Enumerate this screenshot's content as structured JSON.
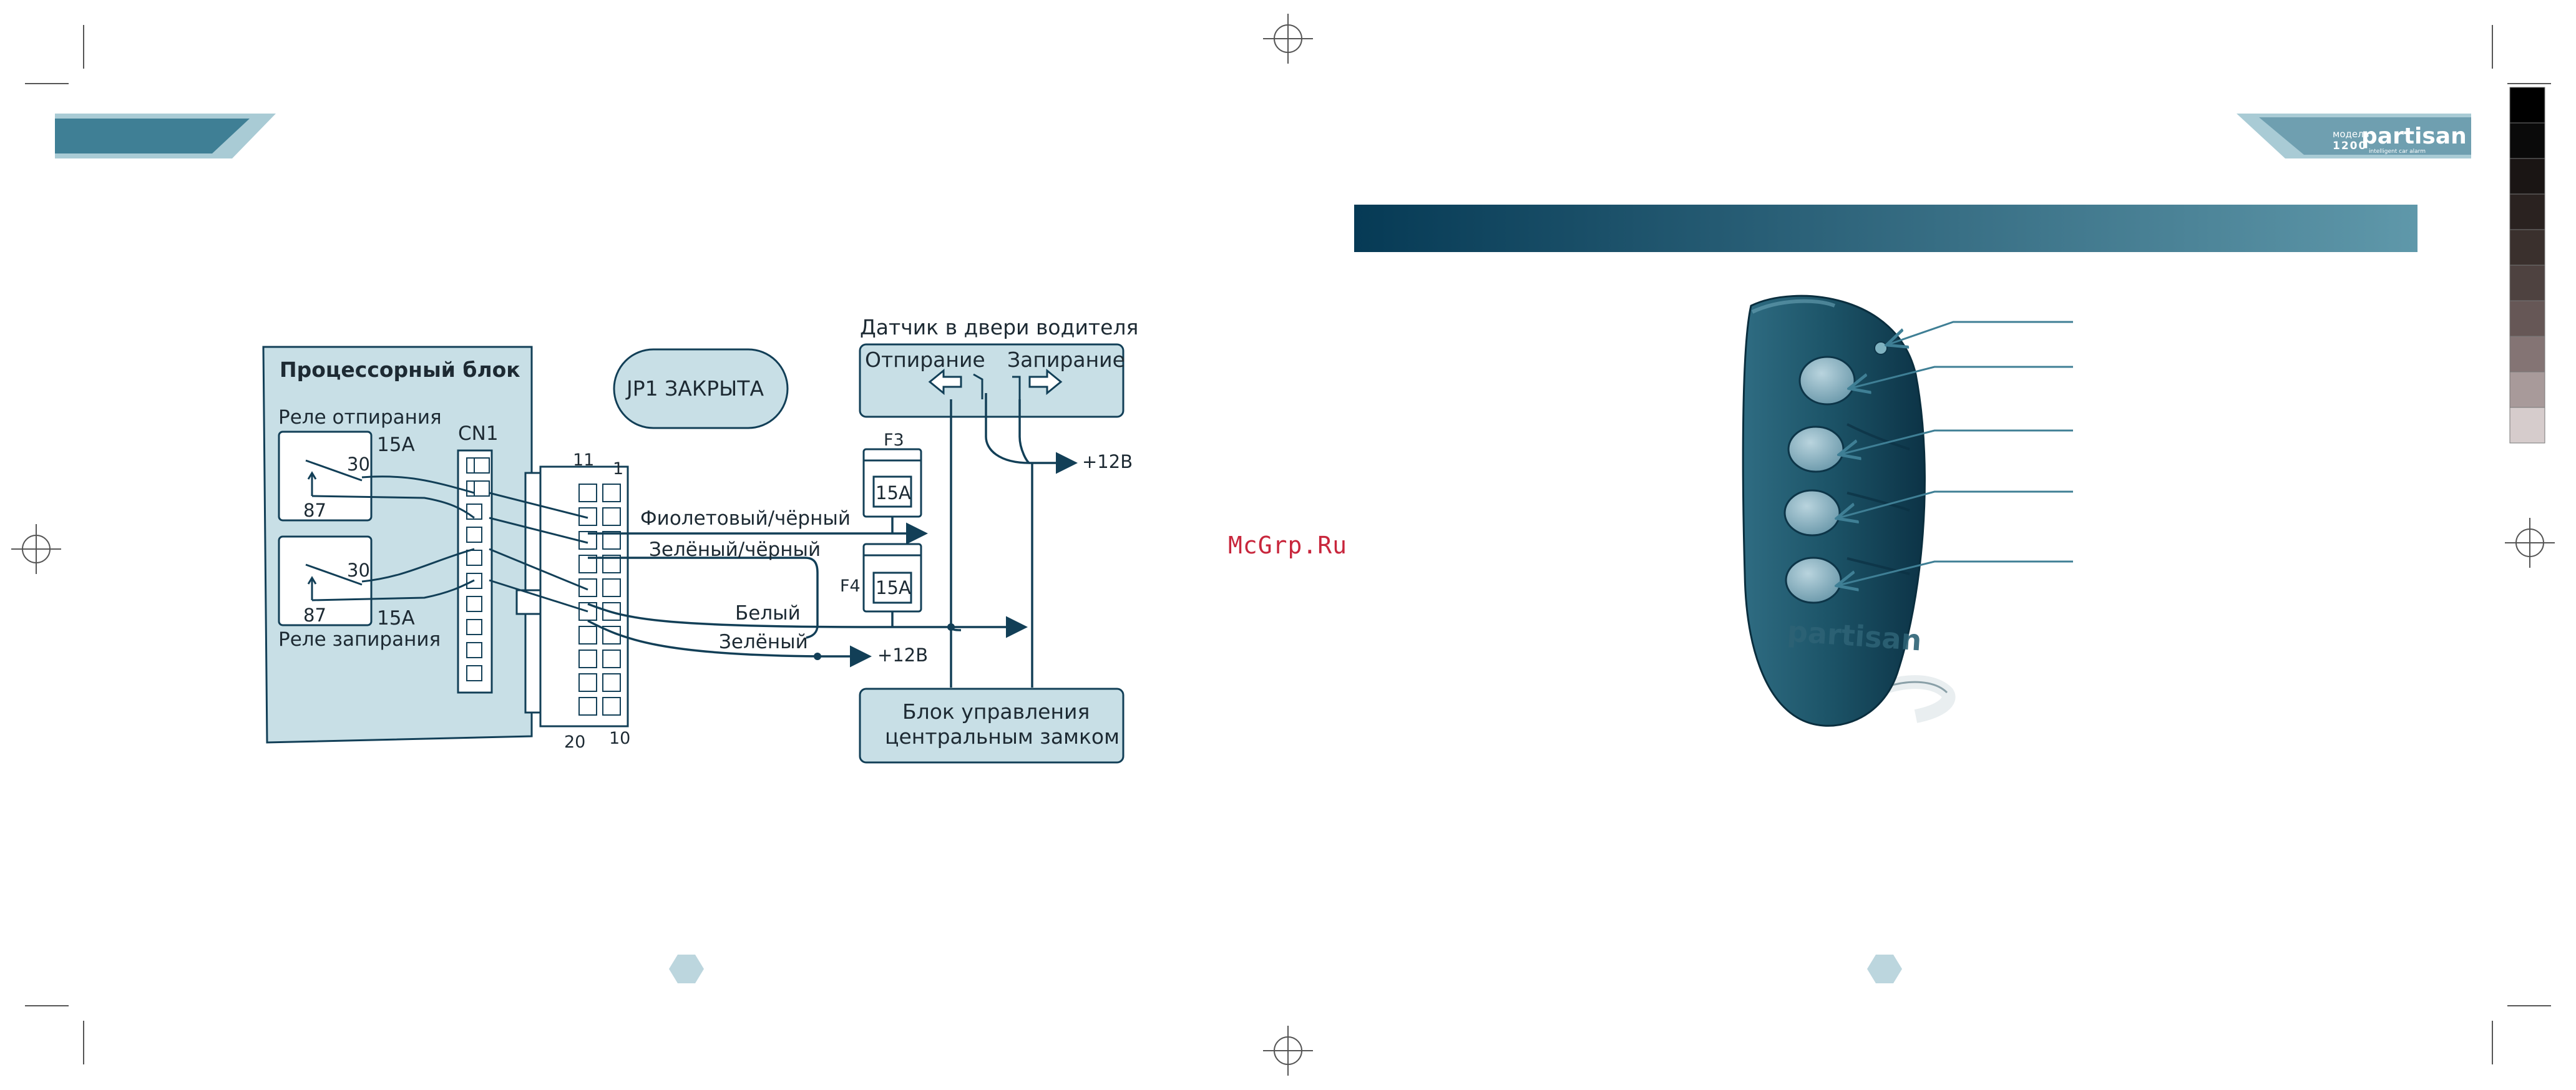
{
  "watermark": "McGrp.Ru",
  "header": {
    "brand_model_label": "модель",
    "brand_model_number": "1200",
    "brand_name": "partisan",
    "brand_tagline": "intelligent car alarm"
  },
  "wiring": {
    "processor_block_title": "Процессорный блок",
    "relay_unlock_label": "Реле отпирания",
    "relay_lock_label": "Реле запирания",
    "relay_current_top": "15A",
    "relay_current_bottom": "15A",
    "pin30_top": "30",
    "pin87_top": "87",
    "pin30_bottom": "30",
    "pin87_bottom": "87",
    "connector_name": "CN1",
    "connector_pin_11": "11",
    "connector_pin_1": "1",
    "connector_pin_20": "20",
    "connector_pin_10": "10",
    "jumper_label": "JP1 ЗАКРЫТА",
    "door_sensor_title": "Датчик в двери водителя",
    "door_sensor_unlock": "Отпирание",
    "door_sensor_lock": "Запирание",
    "fuse_f3_name": "F3",
    "fuse_f3_rating": "15A",
    "fuse_f4_name": "F4",
    "fuse_f4_rating": "15A",
    "wire_violet_black": "Фиолетовый/чёрный",
    "wire_green_black": "Зелёный/чёрный",
    "wire_white": "Белый",
    "wire_green": "Зелёный",
    "supply_top": "+12В",
    "supply_bottom": "+12В",
    "central_lock_line1": "Блок управления",
    "central_lock_line2": "центральным замком"
  },
  "remote": {
    "brand": "partisan",
    "buttons_count": 4
  },
  "colors": {
    "accent_teal": "#3f7f95",
    "diagram_fill": "#c8dfe6",
    "wire": "#123f57",
    "watermark": "#c8263c"
  }
}
